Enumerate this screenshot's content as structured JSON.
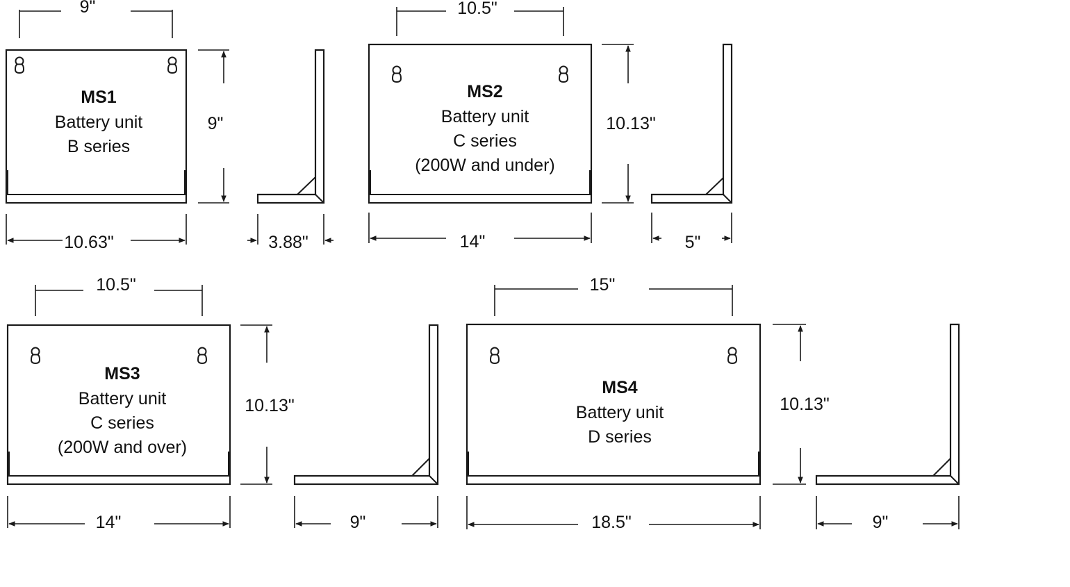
{
  "colors": {
    "line": "#1a1a1a",
    "background": "#ffffff"
  },
  "units": [
    {
      "title": "MS1",
      "lines": [
        "Battery unit",
        "B series"
      ],
      "front": {
        "top_width": "9\"",
        "height": "9\"",
        "bottom_width": "10.63\""
      },
      "side": {
        "depth": "3.88\""
      }
    },
    {
      "title": "MS2",
      "lines": [
        "Battery unit",
        "C series",
        "(200W and under)"
      ],
      "front": {
        "top_width": "10.5\"",
        "height": "10.13\"",
        "bottom_width": "14\""
      },
      "side": {
        "depth": "5\""
      }
    },
    {
      "title": "MS3",
      "lines": [
        "Battery unit",
        "C series",
        "(200W and over)"
      ],
      "front": {
        "top_width": "10.5\"",
        "height": "10.13\"",
        "bottom_width": "14\""
      },
      "side": {
        "depth": "9\""
      }
    },
    {
      "title": "MS4",
      "lines": [
        "Battery unit",
        "D series"
      ],
      "front": {
        "top_width": "15\"",
        "height": "10.13\"",
        "bottom_width": "18.5\""
      },
      "side": {
        "depth": "9\""
      }
    }
  ],
  "icons": [
    "keyhole-icon"
  ]
}
